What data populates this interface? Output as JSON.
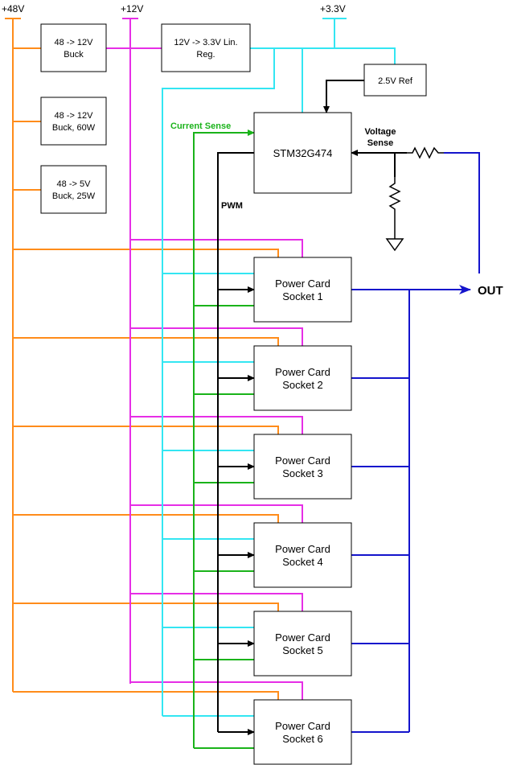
{
  "rails": {
    "v48": "+48V",
    "v12": "+12V",
    "v33": "+3.3V"
  },
  "blocks": {
    "buck_12v": [
      "48 -> 12V",
      "Buck"
    ],
    "buck_12v_60w": [
      "48 -> 12V",
      "Buck, 60W"
    ],
    "buck_5v_25w": [
      "48 -> 5V",
      "Buck, 25W"
    ],
    "lin_reg": [
      "12V -> 3.3V Lin.",
      "Reg."
    ],
    "ref": [
      "2.5V Ref"
    ],
    "mcu": [
      "STM32G474"
    ]
  },
  "signals": {
    "current_sense": "Current Sense",
    "voltage_sense": [
      "Voltage",
      "Sense"
    ],
    "pwm": "PWM",
    "out": "OUT"
  },
  "cards": [
    [
      "Power Card",
      "Socket 1"
    ],
    [
      "Power Card",
      "Socket 2"
    ],
    [
      "Power Card",
      "Socket 3"
    ],
    [
      "Power Card",
      "Socket 4"
    ],
    [
      "Power Card",
      "Socket 5"
    ],
    [
      "Power Card",
      "Socket 6"
    ]
  ],
  "colors": {
    "v48": "#FF8C1A",
    "v12": "#E62EE6",
    "v33": "#33E6F2",
    "current_sense": "#1AB31A",
    "pwm": "#000000",
    "out": "#1414CC"
  }
}
